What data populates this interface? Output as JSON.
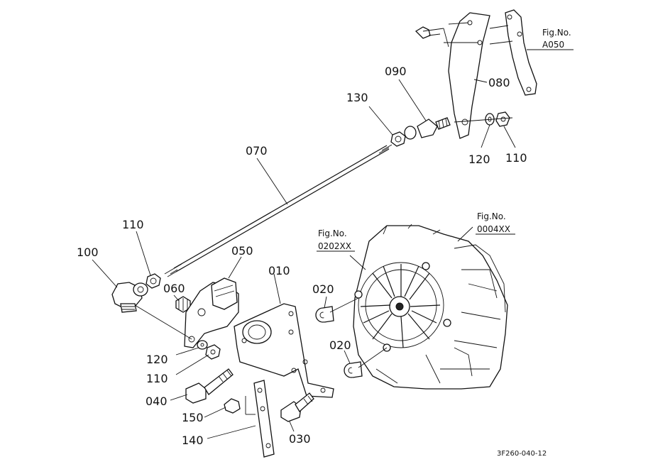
{
  "parts": {
    "p010": "010",
    "p020a": "020",
    "p020b": "020",
    "p030": "030",
    "p040": "040",
    "p050": "050",
    "p060": "060",
    "p070": "070",
    "p080": "080",
    "p090": "090",
    "p100": "100",
    "p110a": "110",
    "p110b": "110",
    "p110c": "110",
    "p120a": "120",
    "p120b": "120",
    "p130": "130",
    "p140": "140",
    "p150": "150"
  },
  "figure_refs": {
    "a050_title": "Fig.No.",
    "a050_code": "A050",
    "f0202_title": "Fig.No.",
    "f0202_code": "0202XX",
    "f0004_title": "Fig.No.",
    "f0004_code": "0004XX"
  },
  "drawing_code": "3F260-040-12"
}
